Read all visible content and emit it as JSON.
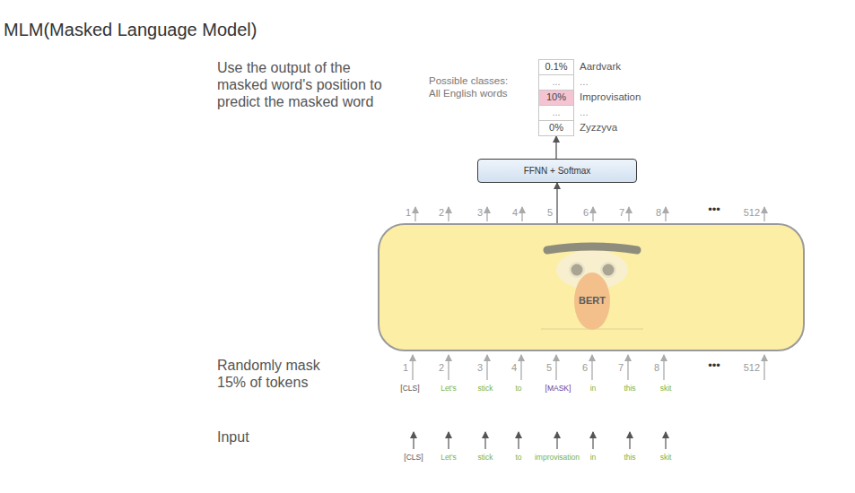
{
  "diagram": {
    "title": "MLM(Masked Language Model)",
    "nodes": [
      {
        "text": [
          "0.1%"
        ]
      },
      {
        "text": [
          "..."
        ]
      },
      {
        "text": [
          "10%"
        ]
      },
      {
        "text": [
          "..."
        ]
      },
      {
        "text": [
          "0%"
        ]
      },
      {
        "text": [
          "FFNN + Softmax"
        ]
      },
      {
        "text": [
          "BERT"
        ]
      }
    ],
    "edges": [
      {
        "from": 6,
        "to": 5,
        "arrow": "to"
      },
      {
        "from": 5,
        "to": 4,
        "arrow": "to"
      }
    ],
    "labels": [
      "Use the output of the masked word's position to predict the masked word",
      "Possible classes: All English words",
      "Aardvark",
      "...",
      "Improvisation",
      "...",
      "Zyzzyva",
      "1",
      "2",
      "3",
      "4",
      "5",
      "6",
      "7",
      "8",
      "•••",
      "512",
      "Randomly mask 15% of tokens",
      "1",
      "2",
      "3",
      "4",
      "5",
      "6",
      "7",
      "8",
      "•••",
      "512",
      "[CLS]",
      "Let's",
      "stick",
      "to",
      "[MASK]",
      "in",
      "this",
      "skit",
      "Input",
      "[CLS]",
      "Let's",
      "stick",
      "to",
      "improvisation",
      "in",
      "this",
      "skit"
    ]
  }
}
